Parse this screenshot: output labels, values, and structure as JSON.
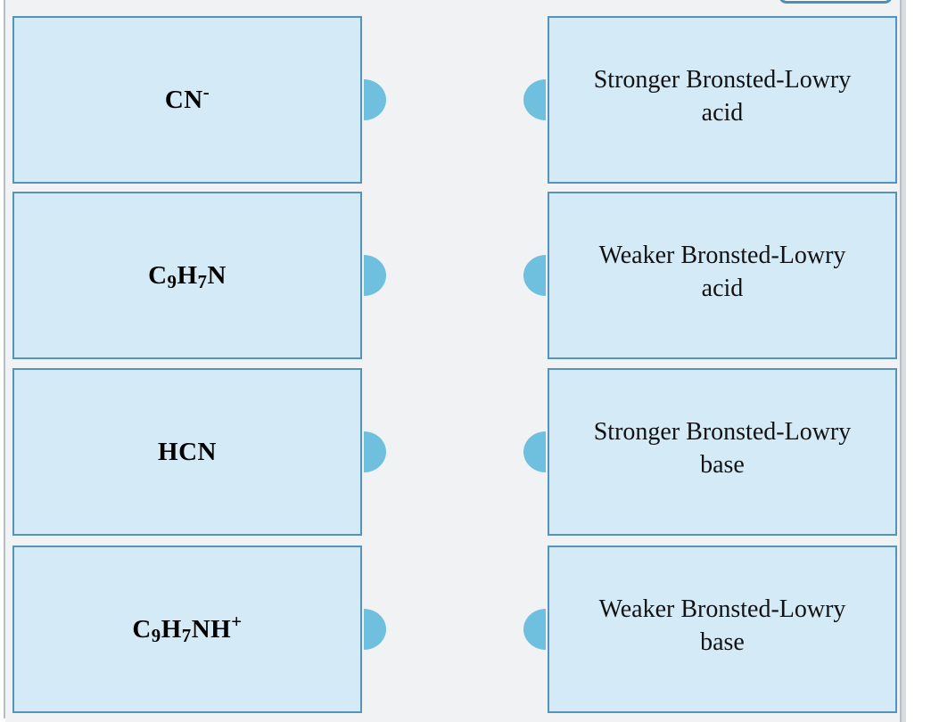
{
  "theme": {
    "panel_background": "#f1f2f3",
    "card_fill": "#d5eaf7",
    "card_border": "#5494ba",
    "connector_nub_color": "#6fbfdf",
    "divider_color": "#b4bfc7",
    "button_border": "#4a91b7",
    "text_color": "#000000"
  },
  "icons": {
    "connector_nub": "half-circle-shape"
  },
  "matching_exercise": {
    "left_cards": [
      {
        "id": "cn-minus",
        "label": "CN-",
        "formula": [
          [
            "n",
            "CN"
          ],
          [
            "sup",
            "-"
          ]
        ]
      },
      {
        "id": "c9h7n",
        "label": "C9H7N",
        "formula": [
          [
            "n",
            "C"
          ],
          [
            "sub",
            "9"
          ],
          [
            "n",
            "H"
          ],
          [
            "sub",
            "7"
          ],
          [
            "n",
            "N"
          ]
        ]
      },
      {
        "id": "hcn",
        "label": "HCN",
        "formula": [
          [
            "n",
            "HCN"
          ]
        ]
      },
      {
        "id": "c9h7nh-plus",
        "label": "C9H7NH+",
        "formula": [
          [
            "n",
            "C"
          ],
          [
            "sub",
            "9"
          ],
          [
            "n",
            "H"
          ],
          [
            "sub",
            "7"
          ],
          [
            "n",
            "NH"
          ],
          [
            "sup",
            "+"
          ]
        ]
      }
    ],
    "right_cards": [
      {
        "id": "stronger-acid",
        "label": "Stronger Bronsted-Lowry acid",
        "line1": "Stronger Bronsted-Lowry",
        "line2": "acid"
      },
      {
        "id": "weaker-acid",
        "label": "Weaker Bronsted-Lowry acid",
        "line1": "Weaker Bronsted-Lowry",
        "line2": "acid"
      },
      {
        "id": "stronger-base",
        "label": "Stronger Bronsted-Lowry base",
        "line1": "Stronger Bronsted-Lowry",
        "line2": "base"
      },
      {
        "id": "weaker-base",
        "label": "Weaker Bronsted-Lowry base",
        "line1": "Weaker Bronsted-Lowry",
        "line2": "base"
      }
    ]
  }
}
